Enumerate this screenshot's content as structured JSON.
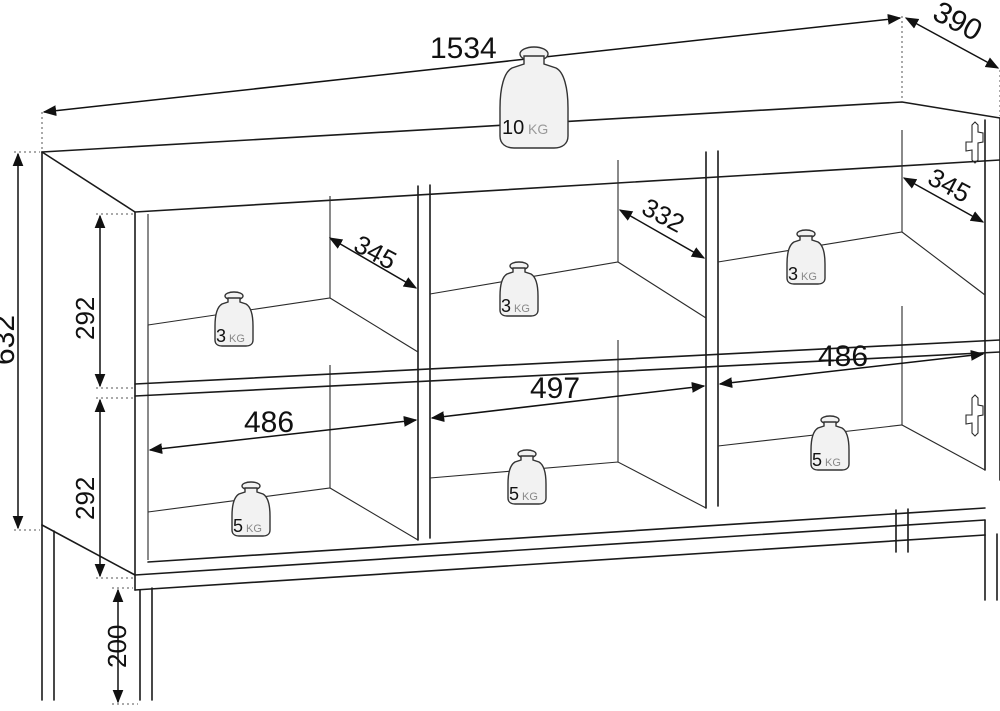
{
  "dimensions": {
    "width": "1534",
    "depth": "390",
    "height": "632",
    "upper_compartment_height": "292",
    "lower_compartment_height": "292",
    "leg_height": "200",
    "depth_left_upper": "345",
    "depth_middle_upper": "332",
    "depth_right_upper": "345",
    "width_left_lower": "486",
    "width_middle": "497",
    "width_right": "486"
  },
  "weights": {
    "top": {
      "value": "10",
      "unit": "KG"
    },
    "left_upper": {
      "value": "3",
      "unit": "KG"
    },
    "middle_upper": {
      "value": "3",
      "unit": "KG"
    },
    "right_upper": {
      "value": "3",
      "unit": "KG"
    },
    "left_lower": {
      "value": "5",
      "unit": "KG"
    },
    "middle_lower": {
      "value": "5",
      "unit": "KG"
    },
    "right_lower": {
      "value": "5",
      "unit": "KG"
    }
  }
}
